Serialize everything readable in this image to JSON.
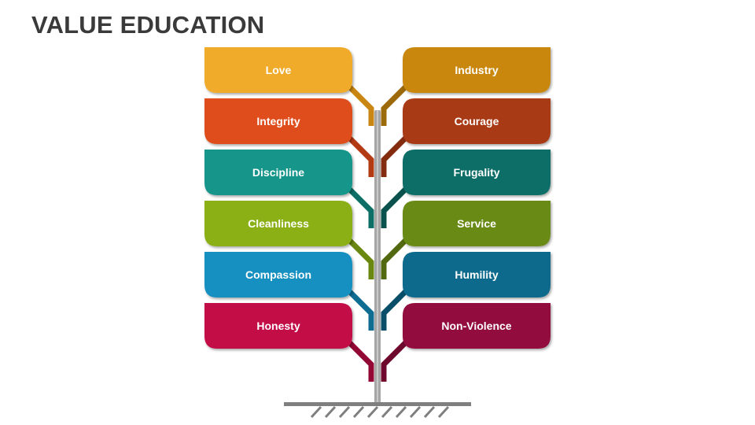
{
  "title": "VALUE EDUCATION",
  "left_values": [
    {
      "label": "Love",
      "color": "#F0AB2A",
      "shade": "#C98612"
    },
    {
      "label": "Integrity",
      "color": "#E04E1F",
      "shade": "#B33B14"
    },
    {
      "label": "Discipline",
      "color": "#13958A",
      "shade": "#0E6F67"
    },
    {
      "label": "Cleanliness",
      "color": "#8BB016",
      "shade": "#6A8710"
    },
    {
      "label": "Compassion",
      "color": "#1590C0",
      "shade": "#106D92"
    },
    {
      "label": "Honesty",
      "color": "#C20A47",
      "shade": "#930735"
    }
  ],
  "right_values": [
    {
      "label": "Industry",
      "color": "#C9880F",
      "shade": "#9C690B"
    },
    {
      "label": "Courage",
      "color": "#A83A16",
      "shade": "#842C10"
    },
    {
      "label": "Frugality",
      "color": "#0E6E67",
      "shade": "#09524D"
    },
    {
      "label": "Service",
      "color": "#6B8A14",
      "shade": "#52690F"
    },
    {
      "label": "Humility",
      "color": "#0C6A8D",
      "shade": "#094F6A"
    },
    {
      "label": "Non-Violence",
      "color": "#920C3C",
      "shade": "#6E092D"
    }
  ],
  "trunk_color": "#A6A6A6",
  "ground_color": "#7F7F7F"
}
